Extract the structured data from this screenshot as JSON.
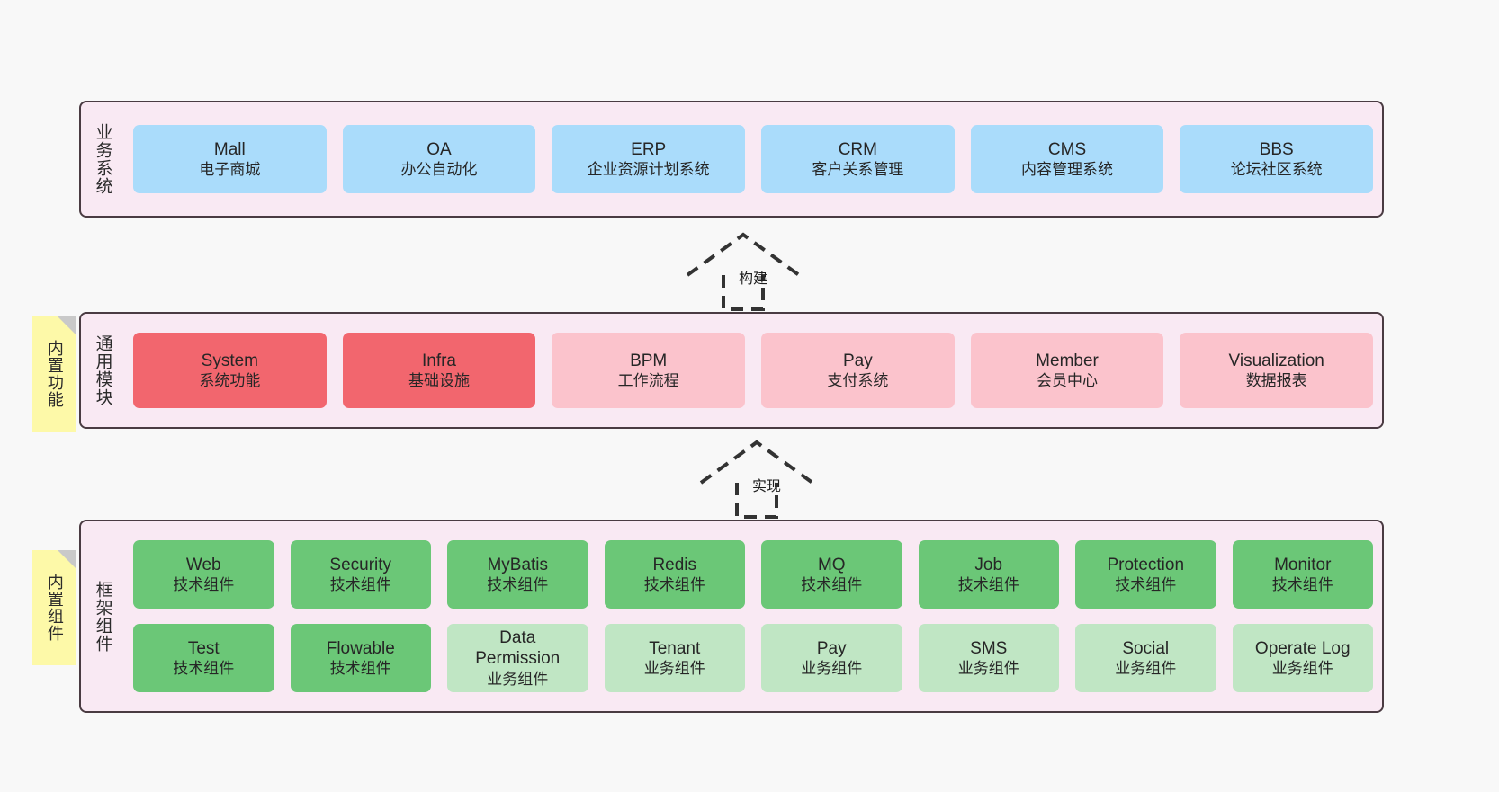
{
  "colors": {
    "canvas_bg": "#f8f8f8",
    "layer_bg": "#f9e9f3",
    "layer_border": "#4a3b42",
    "business_card": "#aadcfb",
    "module_core": "#f2666e",
    "module_optional": "#fbc3cc",
    "framework_tech": "#6bc777",
    "framework_business": "#c0e6c4",
    "sticky_note": "#fdf9a8",
    "sticky_fold": "#c9c9c9"
  },
  "notes": [
    {
      "name": "builtin-features-note",
      "text": "内置功能"
    },
    {
      "name": "builtin-components-note",
      "text": "内置组件"
    }
  ],
  "arrows": [
    {
      "name": "build-arrow",
      "label": "构建",
      "style": "dashed-generalization-up"
    },
    {
      "name": "implement-arrow",
      "label": "实现",
      "style": "dashed-generalization-up"
    }
  ],
  "layers": [
    {
      "id": "business-systems",
      "title": "业务系统",
      "rows": [
        {
          "cards": [
            {
              "t1": "Mall",
              "t2": "电子商城",
              "color": "blue"
            },
            {
              "t1": "OA",
              "t2": "办公自动化",
              "color": "blue"
            },
            {
              "t1": "ERP",
              "t2": "企业资源计划系统",
              "color": "blue"
            },
            {
              "t1": "CRM",
              "t2": "客户关系管理",
              "color": "blue"
            },
            {
              "t1": "CMS",
              "t2": "内容管理系统",
              "color": "blue"
            },
            {
              "t1": "BBS",
              "t2": "论坛社区系统",
              "color": "blue"
            }
          ]
        }
      ]
    },
    {
      "id": "common-modules",
      "title": "通用模块",
      "rows": [
        {
          "cards": [
            {
              "t1": "System",
              "t2": "系统功能",
              "color": "red-strong"
            },
            {
              "t1": "Infra",
              "t2": "基础设施",
              "color": "red-strong"
            },
            {
              "t1": "BPM",
              "t2": "工作流程",
              "color": "red-light"
            },
            {
              "t1": "Pay",
              "t2": "支付系统",
              "color": "red-light"
            },
            {
              "t1": "Member",
              "t2": "会员中心",
              "color": "red-light"
            },
            {
              "t1": "Visualization",
              "t2": "数据报表",
              "color": "red-light"
            }
          ]
        }
      ]
    },
    {
      "id": "framework-components",
      "title": "框架组件",
      "rows": [
        {
          "cards": [
            {
              "t1": "Web",
              "t2": "技术组件",
              "color": "green-dark"
            },
            {
              "t1": "Security",
              "t2": "技术组件",
              "color": "green-dark"
            },
            {
              "t1": "MyBatis",
              "t2": "技术组件",
              "color": "green-dark"
            },
            {
              "t1": "Redis",
              "t2": "技术组件",
              "color": "green-dark"
            },
            {
              "t1": "MQ",
              "t2": "技术组件",
              "color": "green-dark"
            },
            {
              "t1": "Job",
              "t2": "技术组件",
              "color": "green-dark"
            },
            {
              "t1": "Protection",
              "t2": "技术组件",
              "color": "green-dark"
            },
            {
              "t1": "Monitor",
              "t2": "技术组件",
              "color": "green-dark"
            }
          ]
        },
        {
          "cards": [
            {
              "t1": "Test",
              "t2": "技术组件",
              "color": "green-dark"
            },
            {
              "t1": "Flowable",
              "t2": "技术组件",
              "color": "green-dark"
            },
            {
              "t1": "Data",
              "t2": "Permission",
              "t3": "业务组件",
              "color": "green-light"
            },
            {
              "t1": "Tenant",
              "t2": "业务组件",
              "color": "green-light"
            },
            {
              "t1": "Pay",
              "t2": "业务组件",
              "color": "green-light"
            },
            {
              "t1": "SMS",
              "t2": "业务组件",
              "color": "green-light"
            },
            {
              "t1": "Social",
              "t2": "业务组件",
              "color": "green-light"
            },
            {
              "t1": "Operate Log",
              "t2": "业务组件",
              "color": "green-light"
            }
          ]
        }
      ]
    }
  ]
}
